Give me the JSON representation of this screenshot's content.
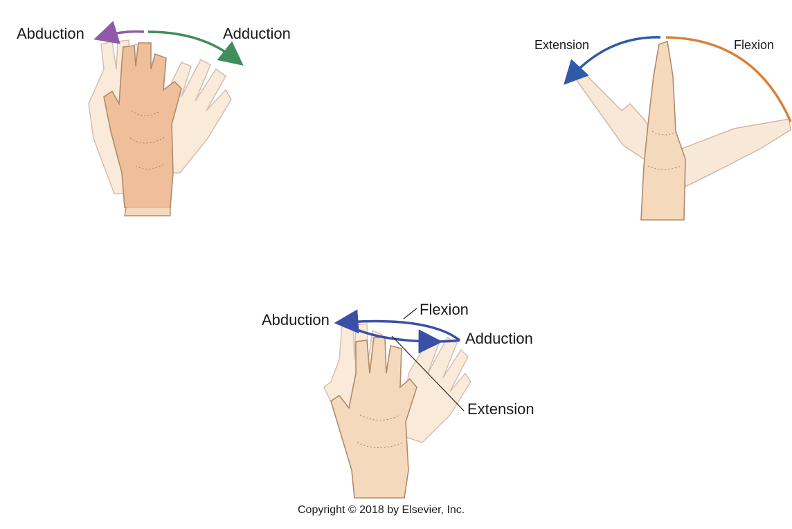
{
  "panel_top_left": {
    "label_left": "Abduction",
    "label_right": "Adduction",
    "arrow_left_color": "#8e5aa8",
    "arrow_right_color": "#3f8f5a"
  },
  "panel_top_right": {
    "label_left": "Extension",
    "label_right": "Flexion",
    "arrow_left_color": "#2f5aa8",
    "arrow_right_color": "#d9813a"
  },
  "panel_bottom": {
    "label_abduction": "Abduction",
    "label_flexion": "Flexion",
    "label_adduction": "Adduction",
    "label_extension": "Extension",
    "arrow_color": "#3a4fa8"
  },
  "copyright": "Copyright © 2018 by Elsevier, Inc.",
  "colors": {
    "skin": "#f5d9bd",
    "skin_dark": "#efbf9c",
    "outline": "#b08a6a"
  }
}
